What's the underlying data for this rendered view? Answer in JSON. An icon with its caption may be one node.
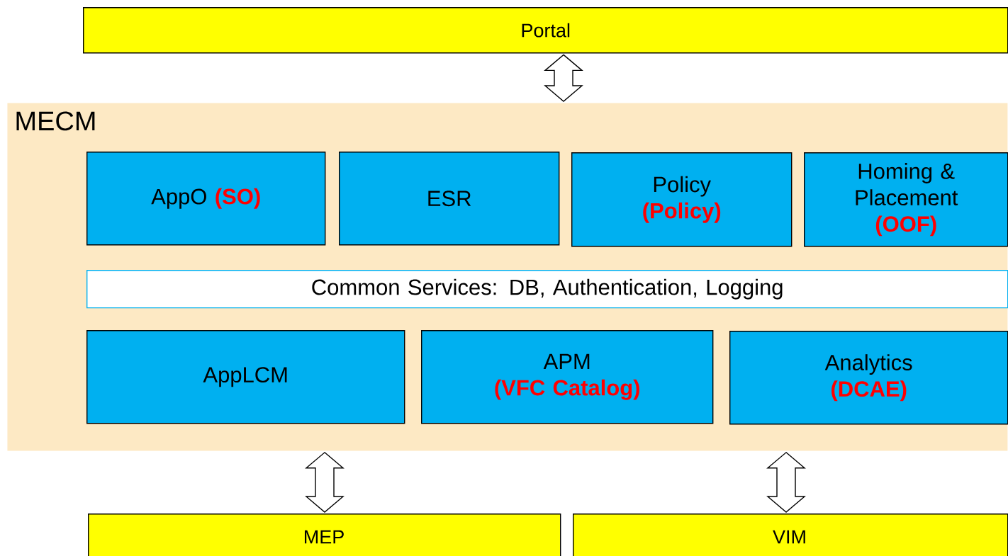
{
  "diagram": {
    "nodes": [
      {
        "text": [
          "Portal"
        ]
      },
      {
        "text": [
          "MECM"
        ]
      },
      {
        "text": [
          "AppO",
          "(SO)"
        ],
        "in": 1
      },
      {
        "text": [
          "ESR"
        ],
        "in": 1
      },
      {
        "text": [
          "Policy",
          "(Policy)"
        ],
        "in": 1
      },
      {
        "text": [
          "Homing & Placement",
          "(OOF)"
        ],
        "in": 1
      },
      {
        "text": [
          "Common Services: DB, Authentication, Logging"
        ],
        "in": 1
      },
      {
        "text": [
          "AppLCM"
        ],
        "in": 1
      },
      {
        "text": [
          "APM",
          "(VFC Catalog)"
        ],
        "in": 1
      },
      {
        "text": [
          "Analytics",
          "(DCAE)"
        ],
        "in": 1
      },
      {
        "text": [
          "MEP"
        ]
      },
      {
        "text": [
          "VIM"
        ]
      }
    ],
    "edges": [
      {
        "from": 0,
        "to": 1,
        "arrow": "both"
      },
      {
        "from": 1,
        "to": 10,
        "arrow": "both"
      },
      {
        "from": 1,
        "to": 11,
        "arrow": "both"
      }
    ]
  }
}
